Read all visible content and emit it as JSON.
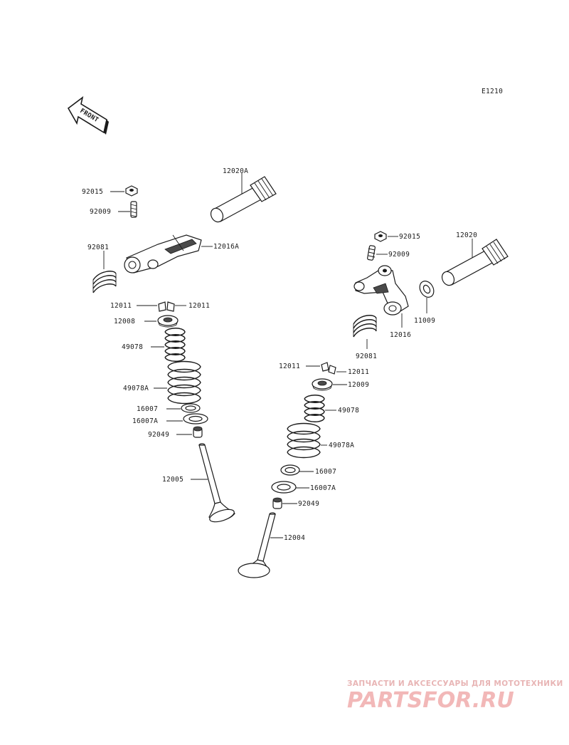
{
  "diagram_code": "E1210",
  "front_label": "FRONT",
  "parts": {
    "p92015_l": "92015",
    "p92009_l": "92009",
    "p12020A": "12020A",
    "p92081_l": "92081",
    "p12016A": "12016A",
    "p12011_l1": "12011",
    "p12011_l2": "12011",
    "p12008": "12008",
    "p49078_l": "49078",
    "p49078A_l": "49078A",
    "p16007_l": "16007",
    "p16007A_l": "16007A",
    "p92049_l": "92049",
    "p12005": "12005",
    "p92015_r": "92015",
    "p92009_r": "92009",
    "p12020": "12020",
    "p11009": "11009",
    "p12016": "12016",
    "p92081_r": "92081",
    "p12011_r1": "12011",
    "p12011_r2": "12011",
    "p12009": "12009",
    "p49078_r": "49078",
    "p49078A_r": "49078A",
    "p16007_r": "16007",
    "p16007A_r": "16007A",
    "p92049_r": "92049",
    "p12004": "12004"
  },
  "watermark": {
    "tagline": "ЗАПЧАСТИ И АКСЕССУАРЫ ДЛЯ МОТОТЕХНИКИ",
    "logo": "PARTSFOR.RU"
  }
}
